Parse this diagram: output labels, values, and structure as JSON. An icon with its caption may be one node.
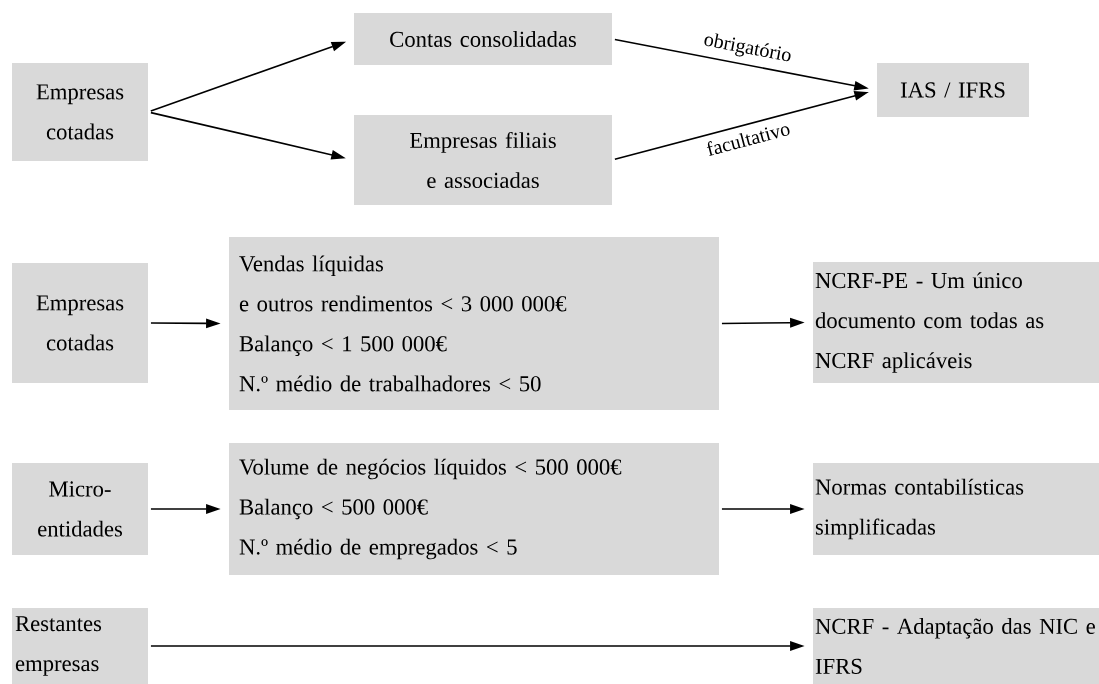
{
  "diagram": {
    "nodes": [
      {
        "text": [
          "Empresas cotadas"
        ]
      },
      {
        "text": [
          "Contas consolidadas"
        ]
      },
      {
        "text": [
          "Empresas filiais e associadas"
        ]
      },
      {
        "text": [
          "IAS / IFRS"
        ]
      },
      {
        "text": [
          "Empresas cotadas"
        ]
      },
      {
        "text": [
          "Vendas líquidas",
          "e outros rendimentos < 3 000 000€",
          "Balanço < 1 500 000€",
          "N.º médio de trabalhadores < 50"
        ]
      },
      {
        "text": [
          "NCRF-PE - Um único documento com todas as NCRF aplicáveis"
        ]
      },
      {
        "text": [
          "Micro-entidades"
        ]
      },
      {
        "text": [
          "Volume de negócios líquidos < 500 000€",
          "Balanço < 500 000€",
          "N.º médio de empregados < 5"
        ]
      },
      {
        "text": [
          "Normas contabilísticas simplificadas"
        ]
      },
      {
        "text": [
          "Restantes empresas"
        ]
      },
      {
        "text": [
          "NCRF - Adaptação das NIC e IFRS"
        ]
      }
    ],
    "edges": [
      {
        "from": 0,
        "to": 1,
        "arrow": "to"
      },
      {
        "from": 0,
        "to": 2,
        "arrow": "to"
      },
      {
        "from": 1,
        "to": 3,
        "arrow": "to",
        "label": "obrigatório"
      },
      {
        "from": 2,
        "to": 3,
        "arrow": "to",
        "label": "facultativo"
      },
      {
        "from": 4,
        "to": 5,
        "arrow": "to"
      },
      {
        "from": 5,
        "to": 6,
        "arrow": "to"
      },
      {
        "from": 7,
        "to": 8,
        "arrow": "to"
      },
      {
        "from": 8,
        "to": 9,
        "arrow": "to"
      },
      {
        "from": 10,
        "to": 11,
        "arrow": "to"
      }
    ]
  }
}
